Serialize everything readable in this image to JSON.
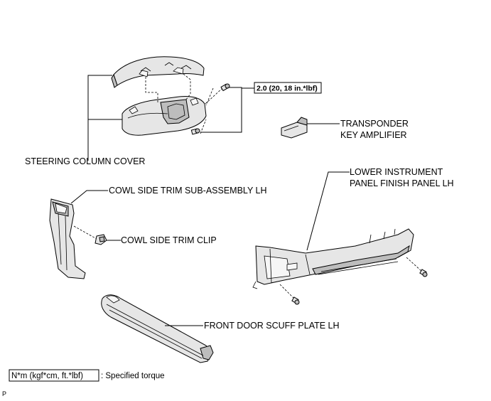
{
  "labels": {
    "steering_column_cover": "STEERING COLUMN COVER",
    "torque_value": "2.0 (20, 18 in.*lbf)",
    "transponder_line1": "TRANSPONDER",
    "transponder_line2": "KEY AMPLIFIER",
    "lower_panel_line1": "LOWER INSTRUMENT",
    "lower_panel_line2": "PANEL FINISH PANEL LH",
    "cowl_side_trim": "COWL SIDE TRIM SUB-ASSEMBLY LH",
    "cowl_side_trim_clip": "COWL SIDE TRIM CLIP",
    "front_door_scuff_plate": "FRONT DOOR SCUFF PLATE LH"
  },
  "legend": {
    "unit_box": "N*m (kgf*cm, ft.*lbf)",
    "description": ": Specified torque"
  },
  "corner_mark": "P"
}
